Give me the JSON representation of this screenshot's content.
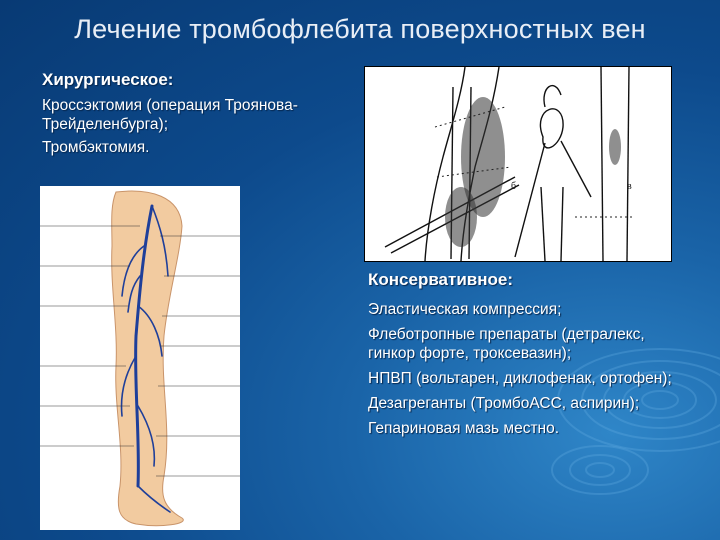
{
  "title": "Лечение тромбофлебита поверхностных вен",
  "surgical": {
    "heading": "Хирургическое:",
    "items": [
      "Кроссэктомия (операция Троянова-Трейделенбурга);",
      "Тромбэктомия."
    ]
  },
  "conservative": {
    "heading": "Консервативное:",
    "items": [
      "Эластическая компрессия;",
      "Флеботропные препараты (детралекс, гинкор форте, троксевазин);",
      "НПВП (вольтарен, диклофенак, ортофен);",
      "Дезагреганты (ТромбоАСС, аспирин);",
      "Гепариновая мазь местно."
    ]
  },
  "surgery_figure": {
    "labels": [
      "б",
      "в"
    ]
  },
  "colors": {
    "background": "#0d4a8c",
    "vein": "#1f3f9a",
    "skin": "#f2cba0"
  }
}
